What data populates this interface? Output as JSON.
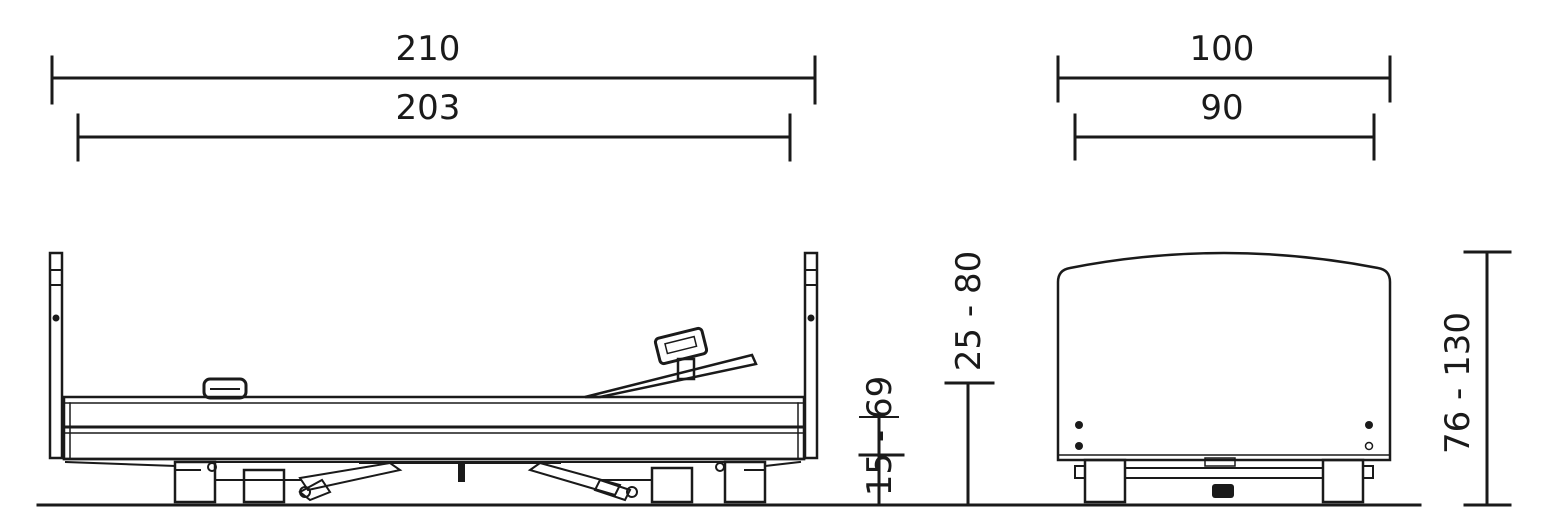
{
  "side_view": {
    "overall_length": "210",
    "inner_length": "203"
  },
  "front_view": {
    "overall_width": "100",
    "inner_width": "90"
  },
  "heights": {
    "bed_underside_clearance": "15 - 69",
    "mattress_platform_height": "25 - 80",
    "headboard_height": "76 - 130"
  },
  "colors": {
    "line": "#1a1a1a",
    "background": "#ffffff"
  }
}
